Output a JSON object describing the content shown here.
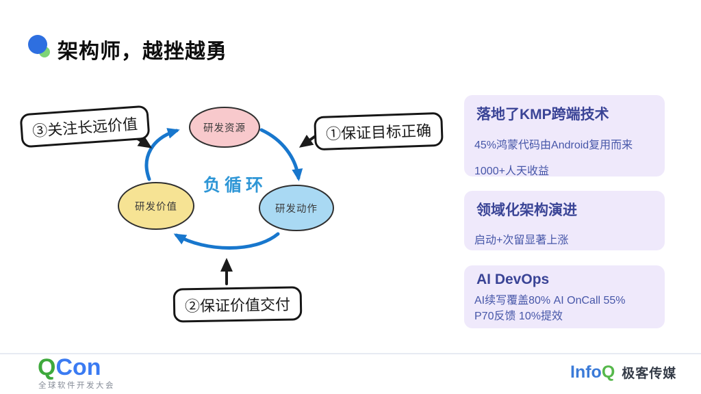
{
  "slide": {
    "title": "架构师，越挫越勇"
  },
  "diagram": {
    "center_label": "负循环",
    "nodes": [
      {
        "label": "研发资源",
        "color": "#F8C9CC"
      },
      {
        "label": "研发动作",
        "color": "#A9D9F3"
      },
      {
        "label": "研发价值",
        "color": "#F6E394"
      }
    ],
    "callouts": [
      {
        "label": "①保证目标正确"
      },
      {
        "label": "②保证价值交付"
      },
      {
        "label": "③关注长远价值"
      }
    ],
    "arrow_color": "#1877CD",
    "callout_arrow_color": "#1b1b1b",
    "node_stroke_color": "#2f2f2f"
  },
  "cards": [
    {
      "title": "落地了KMP跨端技术",
      "lines": [
        "45%鸿蒙代码由Android复用而来",
        "1000+人天收益"
      ]
    },
    {
      "title": "领域化架构演进",
      "lines": [
        "启动+次留显著上涨"
      ]
    },
    {
      "title": "AI DevOps",
      "lines": [
        "AI续写覆盖80% AI OnCall 55%",
        "P70反馈 10%提效"
      ]
    }
  ],
  "footer": {
    "qcon": {
      "q": "Q",
      "con": "Con",
      "subtitle": "全球软件开发大会"
    },
    "infoq": {
      "info": "Info",
      "q": "Q",
      "brand": "极客传媒"
    }
  },
  "colors": {
    "card_bg": "#EFE9FB",
    "card_title": "#3A4496",
    "card_body": "#4656A8",
    "cycle_label": "#2E96D6",
    "logo_blue": "#2E6FE0",
    "logo_green": "#7ED476"
  }
}
